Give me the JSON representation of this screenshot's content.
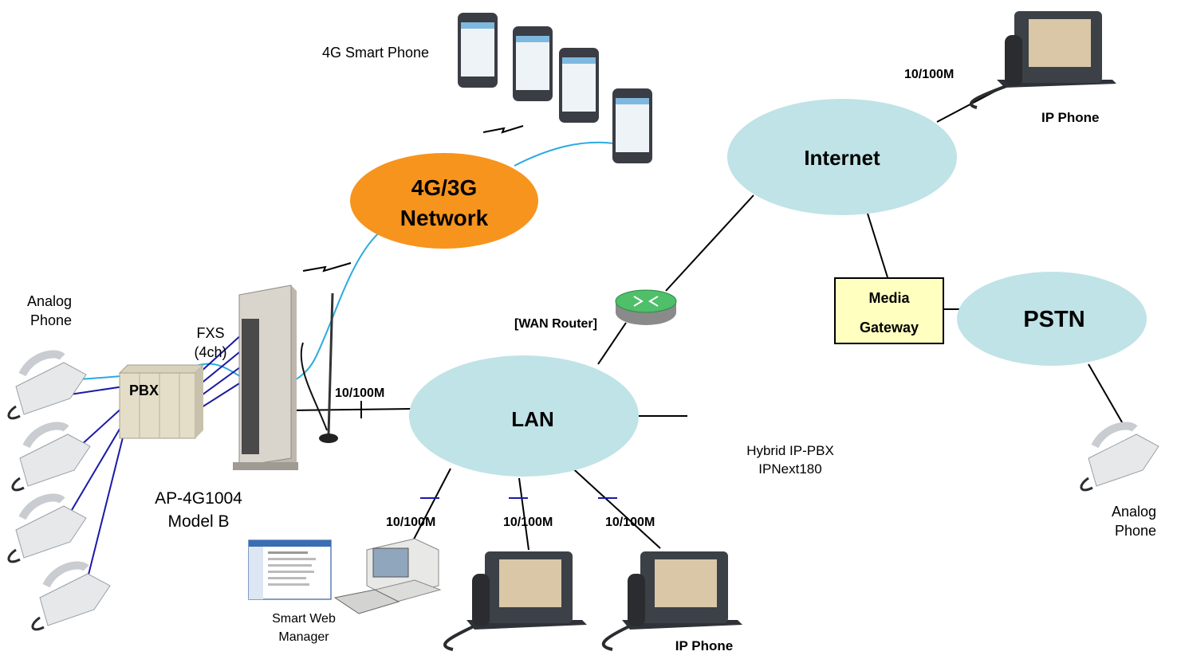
{
  "clouds": {
    "network_4g3g_line1": "4G/3G",
    "network_4g3g_line2": "Network",
    "internet": "Internet",
    "lan": "LAN",
    "pstn": "PSTN"
  },
  "labels": {
    "smart_phone": "4G Smart Phone",
    "ip_phone_top": "IP Phone",
    "ip_phone_bottom": "IP Phone",
    "speed_top_right": "10/100M",
    "speed_gateway_lan": "10/100M",
    "speed_pc": "10/100M",
    "speed_phone1": "10/100M",
    "speed_phone2": "10/100M",
    "wan_router": "[WAN Router]",
    "media_gateway_line1": "Media",
    "media_gateway_line2": "Gateway",
    "analog_phone_left_line1": "Analog",
    "analog_phone_left_line2": "Phone",
    "analog_phone_right_line1": "Analog",
    "analog_phone_right_line2": "Phone",
    "fxs_line1": "FXS",
    "fxs_line2": "(4ch)",
    "pbx": "PBX",
    "gateway_model_line1": "AP-4G1004",
    "gateway_model_line2": "Model B",
    "ippbx_line1": "Hybrid IP-PBX",
    "ippbx_line2": "IPNext180",
    "web_manager_line1": "Smart Web",
    "web_manager_line2": "Manager"
  },
  "colors": {
    "cloud_cyan": "#bfe3e6",
    "cloud_orange": "#f7941d",
    "media_gateway_fill": "#ffffc0",
    "wireless_link": "#29abe2",
    "analog_link": "#1a1aa6"
  }
}
